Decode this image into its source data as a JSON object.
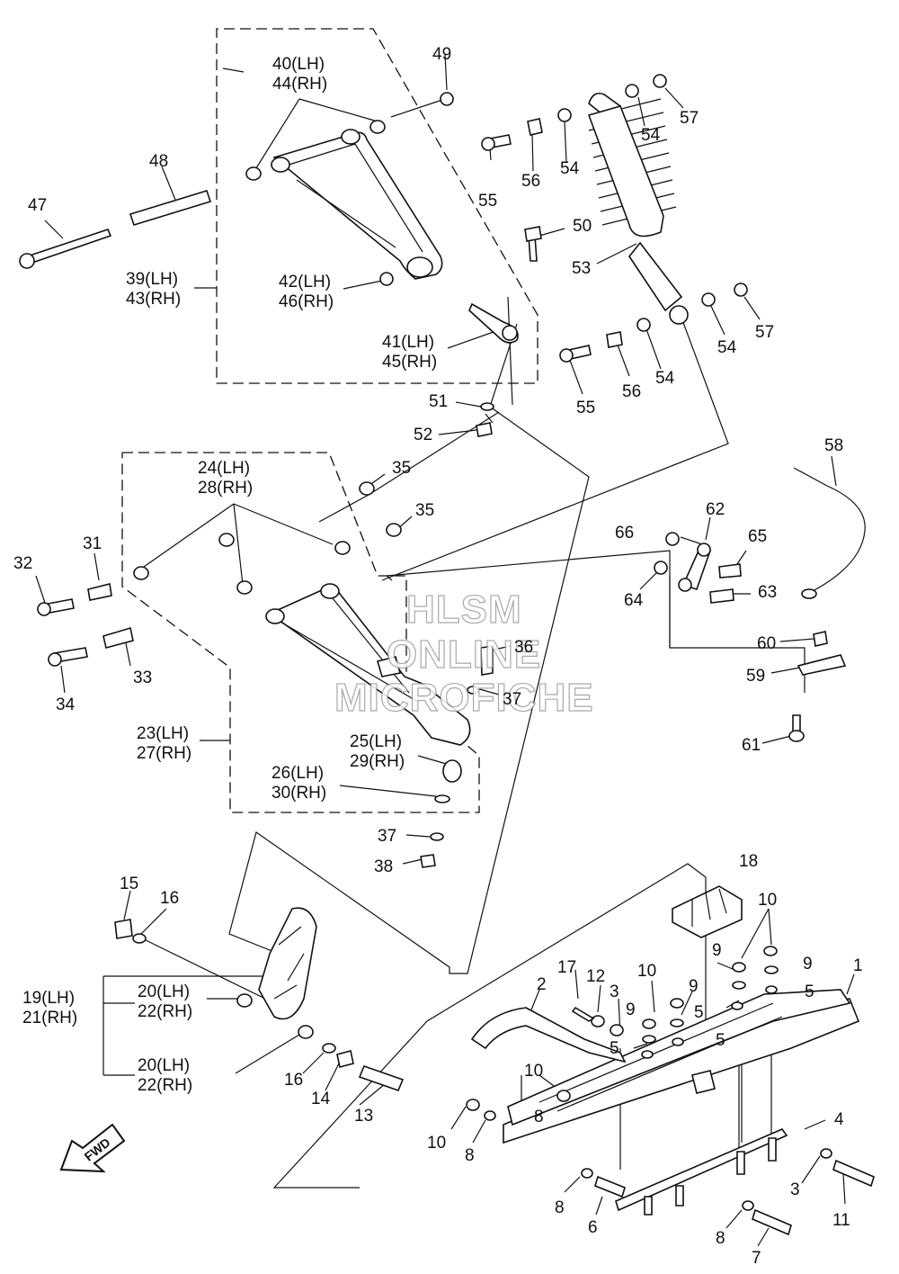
{
  "diagram": {
    "labels": [
      {
        "id": "p49",
        "text": "49"
      },
      {
        "id": "p40_44",
        "lines": [
          "40(LH)",
          "44(RH)"
        ]
      },
      {
        "id": "p48",
        "text": "48"
      },
      {
        "id": "p47",
        "text": "47"
      },
      {
        "id": "p39_43",
        "lines": [
          "39(LH)",
          "43(RH)"
        ]
      },
      {
        "id": "p42_46",
        "lines": [
          "42(LH)",
          "46(RH)"
        ]
      },
      {
        "id": "p41_45",
        "lines": [
          "41(LH)",
          "45(RH)"
        ]
      },
      {
        "id": "p51",
        "text": "51"
      },
      {
        "id": "p52",
        "text": "52"
      },
      {
        "id": "p50",
        "text": "50"
      },
      {
        "id": "p53",
        "text": "53"
      },
      {
        "id": "p54a",
        "text": "54"
      },
      {
        "id": "p57a",
        "text": "57"
      },
      {
        "id": "p54b",
        "text": "54"
      },
      {
        "id": "p56a",
        "text": "56"
      },
      {
        "id": "p55a",
        "text": "55"
      },
      {
        "id": "p57b",
        "text": "57"
      },
      {
        "id": "p54c",
        "text": "54"
      },
      {
        "id": "p54d",
        "text": "54"
      },
      {
        "id": "p56b",
        "text": "56"
      },
      {
        "id": "p55b",
        "text": "55"
      },
      {
        "id": "p58",
        "text": "58"
      },
      {
        "id": "p24_28",
        "lines": [
          "24(LH)",
          "28(RH)"
        ]
      },
      {
        "id": "p35a",
        "text": "35"
      },
      {
        "id": "p35b",
        "text": "35"
      },
      {
        "id": "p31",
        "text": "31"
      },
      {
        "id": "p32",
        "text": "32"
      },
      {
        "id": "p33",
        "text": "33"
      },
      {
        "id": "p34",
        "text": "34"
      },
      {
        "id": "p23_27",
        "lines": [
          "23(LH)",
          "27(RH)"
        ]
      },
      {
        "id": "p36",
        "text": "36"
      },
      {
        "id": "p37a",
        "text": "37"
      },
      {
        "id": "p25_29",
        "lines": [
          "25(LH)",
          "29(RH)"
        ]
      },
      {
        "id": "p26_30",
        "lines": [
          "26(LH)",
          "30(RH)"
        ]
      },
      {
        "id": "p37b",
        "text": "37"
      },
      {
        "id": "p38",
        "text": "38"
      },
      {
        "id": "p66",
        "text": "66"
      },
      {
        "id": "p62",
        "text": "62"
      },
      {
        "id": "p65",
        "text": "65"
      },
      {
        "id": "p64",
        "text": "64"
      },
      {
        "id": "p63",
        "text": "63"
      },
      {
        "id": "p60",
        "text": "60"
      },
      {
        "id": "p59",
        "text": "59"
      },
      {
        "id": "p61",
        "text": "61"
      },
      {
        "id": "p15",
        "text": "15"
      },
      {
        "id": "p16a",
        "text": "16"
      },
      {
        "id": "p19_21",
        "lines": [
          "19(LH)",
          "21(RH)"
        ]
      },
      {
        "id": "p20_22a",
        "lines": [
          "20(LH)",
          "22(RH)"
        ]
      },
      {
        "id": "p20_22b",
        "lines": [
          "20(LH)",
          "22(RH)"
        ]
      },
      {
        "id": "p16b",
        "text": "16"
      },
      {
        "id": "p14",
        "text": "14"
      },
      {
        "id": "p13",
        "text": "13"
      },
      {
        "id": "p18",
        "text": "18"
      },
      {
        "id": "p10a",
        "text": "10"
      },
      {
        "id": "p9a",
        "text": "9"
      },
      {
        "id": "p9b",
        "text": "9"
      },
      {
        "id": "p5a",
        "text": "5"
      },
      {
        "id": "p1",
        "text": "1"
      },
      {
        "id": "p17",
        "text": "17"
      },
      {
        "id": "p12",
        "text": "12"
      },
      {
        "id": "p10b",
        "text": "10"
      },
      {
        "id": "p9c",
        "text": "9"
      },
      {
        "id": "p3a",
        "text": "3"
      },
      {
        "id": "p2",
        "text": "2"
      },
      {
        "id": "p9d",
        "text": "9"
      },
      {
        "id": "p5b",
        "text": "5"
      },
      {
        "id": "p5c",
        "text": "5"
      },
      {
        "id": "p5d",
        "text": "5"
      },
      {
        "id": "p10c",
        "text": "10"
      },
      {
        "id": "p8a",
        "text": "8"
      },
      {
        "id": "p10d",
        "text": "10"
      },
      {
        "id": "p8b",
        "text": "8"
      },
      {
        "id": "p4",
        "text": "4"
      },
      {
        "id": "p8c",
        "text": "8"
      },
      {
        "id": "p6",
        "text": "6"
      },
      {
        "id": "p3b",
        "text": "3"
      },
      {
        "id": "p11",
        "text": "11"
      },
      {
        "id": "p8d",
        "text": "8"
      },
      {
        "id": "p7",
        "text": "7"
      }
    ],
    "watermark": [
      "HLSM",
      "ONLINE",
      "MICROFICHE"
    ],
    "direction_badge": "FWD"
  }
}
